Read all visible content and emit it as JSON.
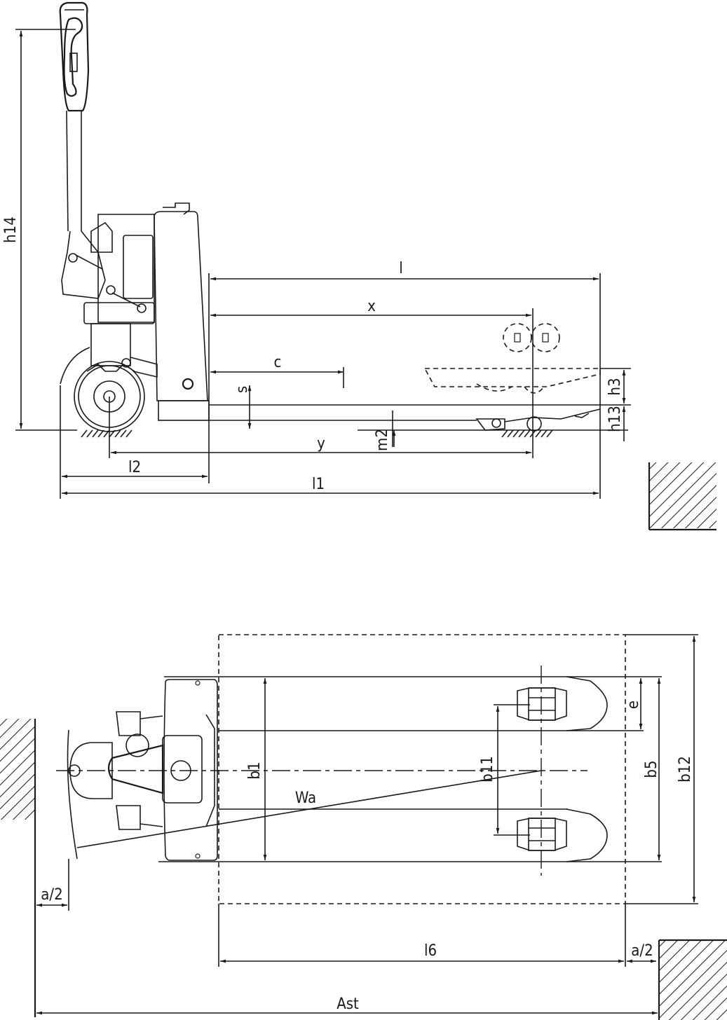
{
  "drawing": {
    "title": "Pallet truck dimension drawing",
    "colors": {
      "line": "#1a1a1a",
      "background": "#ffffff"
    }
  },
  "side_view": {
    "labels": {
      "h14": "h14",
      "l": "l",
      "x": "x",
      "c": "c",
      "s": "s",
      "h3": "h3",
      "h13": "h13",
      "m2": "m2",
      "y": "y",
      "l2": "l2",
      "l1": "l1"
    }
  },
  "top_view": {
    "labels": {
      "b1": "b1",
      "Wa": "Wa",
      "b11": "b11",
      "e": "e",
      "b5": "b5",
      "b12": "b12",
      "a2_left": "a/2",
      "a2_right": "a/2",
      "l6": "l6",
      "Ast": "Ast"
    }
  }
}
